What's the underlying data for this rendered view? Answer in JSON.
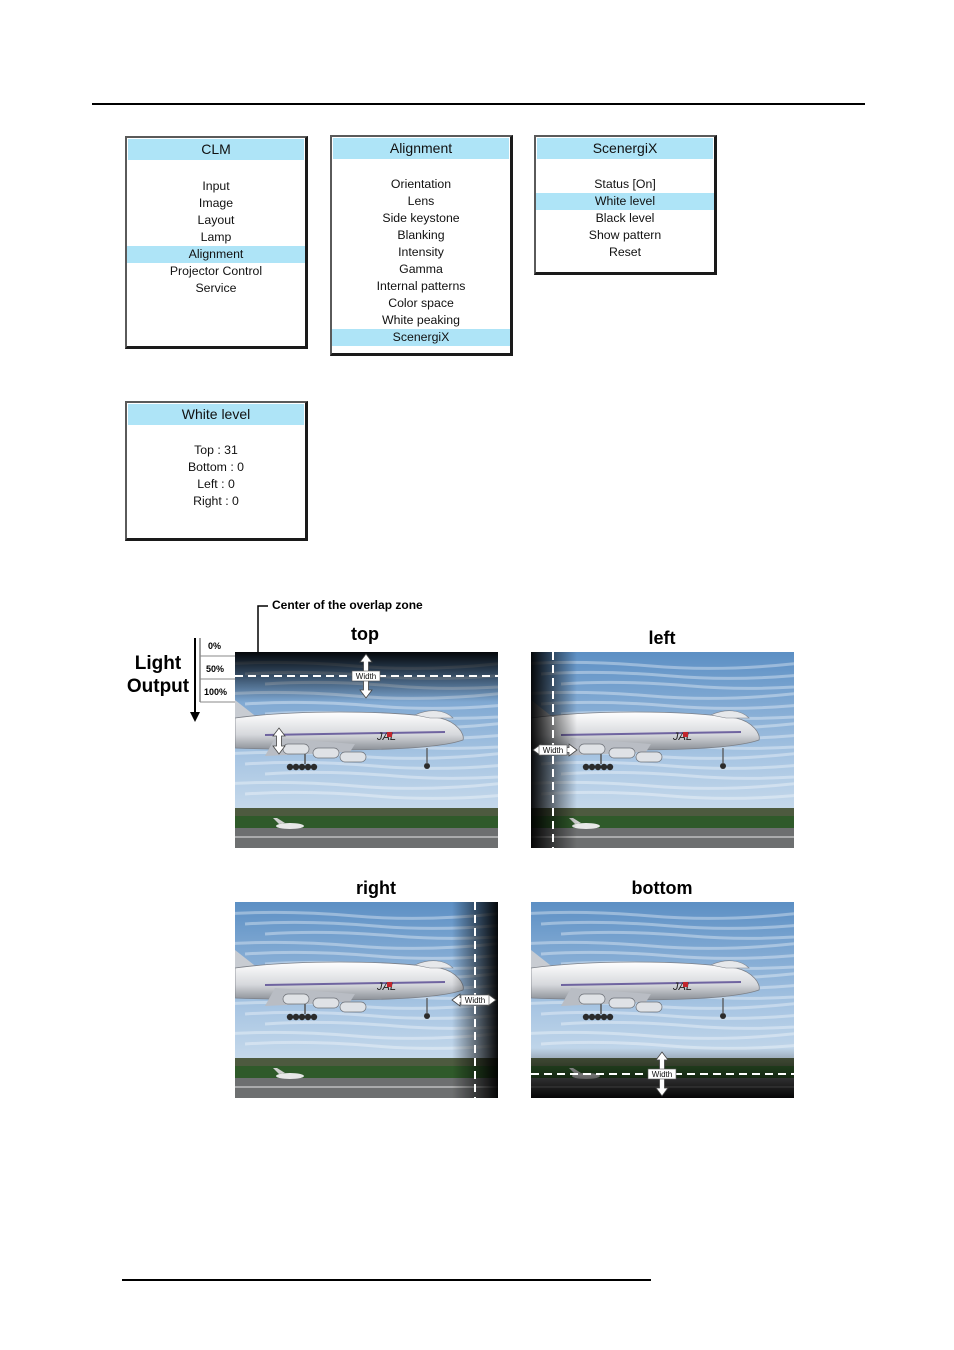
{
  "menus": {
    "clm": {
      "title": "CLM",
      "items": [
        "Input",
        "Image",
        "Layout",
        "Lamp",
        "Alignment",
        "Projector Control",
        "Service"
      ],
      "selected": "Alignment"
    },
    "alignment": {
      "title": "Alignment",
      "items": [
        "Orientation",
        "Lens",
        "Side keystone",
        "Blanking",
        "Intensity",
        "Gamma",
        "Internal patterns",
        "Color space",
        "White peaking",
        "ScenergiX"
      ],
      "selected": "ScenergiX"
    },
    "scenergix": {
      "title": "ScenergiX",
      "items": [
        "Status [On]",
        "White level",
        "Black level",
        "Show pattern",
        "Reset"
      ],
      "selected": "White level"
    },
    "white_level": {
      "title": "White level",
      "items": [
        "Top : 31",
        "Bottom : 0",
        "Left : 0",
        "Right : 0"
      ]
    }
  },
  "figure": {
    "center_label": "Center of the overlap zone",
    "light_output_label_1": "Light",
    "light_output_label_2": "Output",
    "scale": [
      "0%",
      "50%",
      "100%"
    ],
    "width_label": "Width",
    "panels": {
      "top": "top",
      "left": "left",
      "right": "right",
      "bottom": "bottom"
    },
    "tail_logo": "JAL"
  },
  "colors": {
    "menu_title_bg": "#aee4f7",
    "menu_selected_bg": "#aee4f7",
    "sky": "#6f9fcf",
    "grass": "#2f5a2a"
  }
}
